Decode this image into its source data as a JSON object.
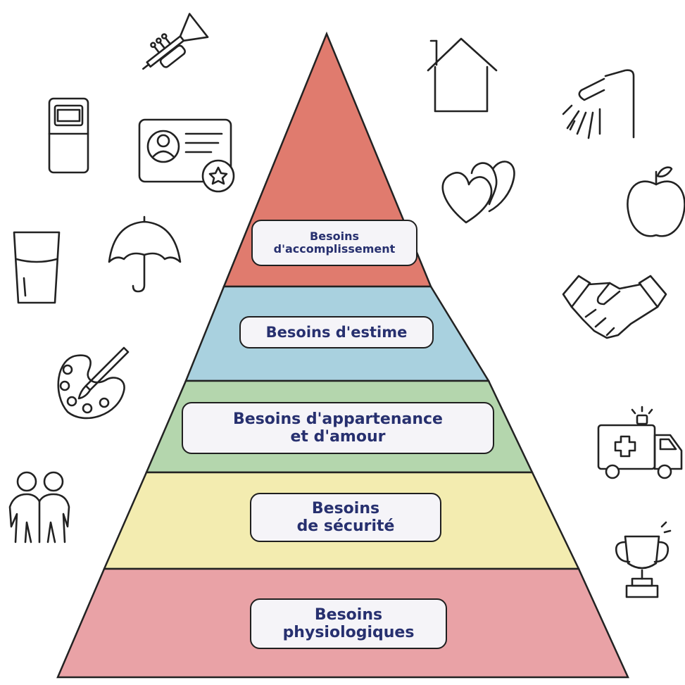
{
  "pyramid": {
    "levels": [
      {
        "lines": [
          "Besoins",
          "d'accomplissement"
        ],
        "color": "#e07b6e"
      },
      {
        "lines": [
          "Besoins d'estime"
        ],
        "color": "#a9d1df"
      },
      {
        "lines": [
          "Besoins d'appartenance",
          "et d'amour"
        ],
        "color": "#b4d6ad"
      },
      {
        "lines": [
          "Besoins",
          "de sécurité"
        ],
        "color": "#f3ecb0"
      },
      {
        "lines": [
          "Besoins",
          "physiologiques"
        ],
        "color": "#e9a2a6"
      }
    ],
    "label_text_color": "#27306f"
  },
  "icons": [
    "trumpet-icon",
    "phone-booth-icon",
    "id-card-icon",
    "house-icon",
    "shower-icon",
    "hearts-icon",
    "apple-icon",
    "water-glass-icon",
    "umbrella-icon",
    "handshake-icon",
    "paint-palette-icon",
    "ambulance-icon",
    "two-people-icon",
    "trophy-icon"
  ]
}
